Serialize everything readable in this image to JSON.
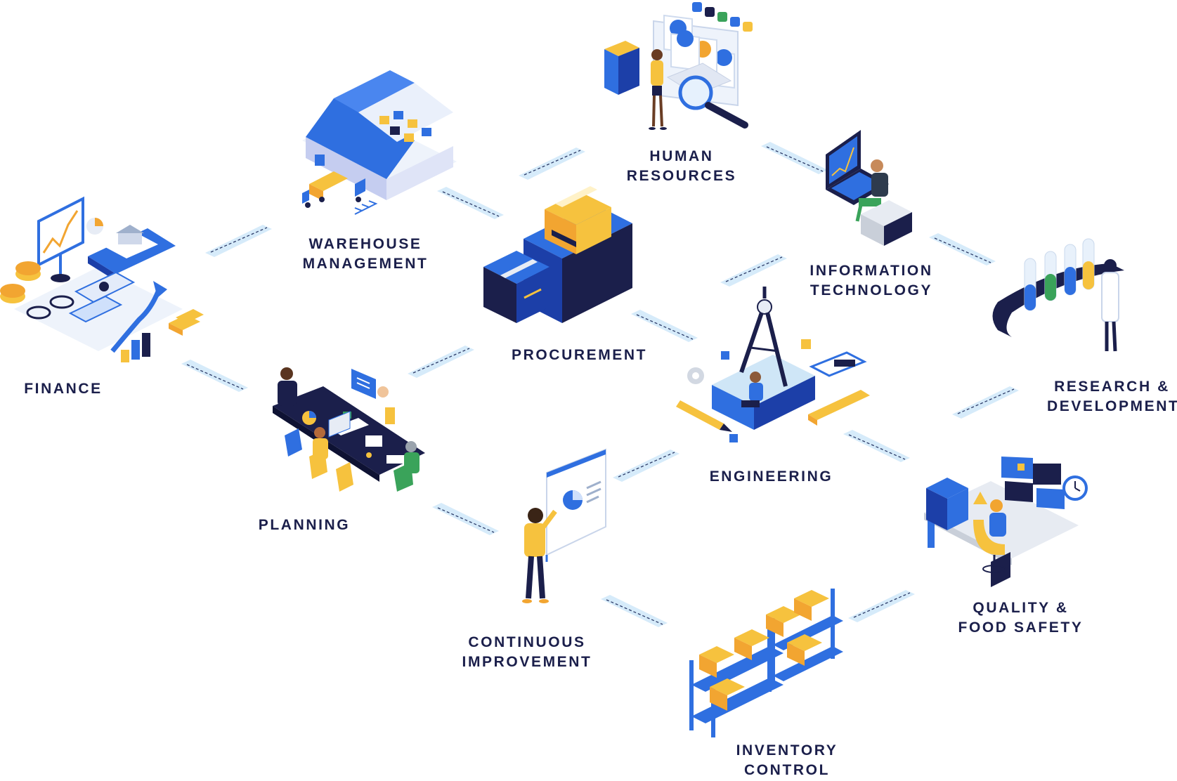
{
  "colors": {
    "navy": "#1b1f4b",
    "blue": "#2f6fe0",
    "blue_dark": "#1c3fa8",
    "light_blue": "#cfe6f7",
    "yellow": "#f6c23e",
    "orange": "#f2a531",
    "label": "#1b1f4b",
    "connector": "#d6ebfa"
  },
  "nodes": [
    {
      "id": "finance",
      "lines": [
        "FINANCE"
      ],
      "icon": "finance-icon"
    },
    {
      "id": "warehouse",
      "lines": [
        "WAREHOUSE",
        "MANAGEMENT"
      ],
      "icon": "warehouse-icon"
    },
    {
      "id": "human-resources",
      "lines": [
        "HUMAN",
        "RESOURCES"
      ],
      "icon": "human-resources-icon"
    },
    {
      "id": "information-technology",
      "lines": [
        "INFORMATION",
        "TECHNOLOGY"
      ],
      "icon": "computer-icon"
    },
    {
      "id": "research-development",
      "lines": [
        "RESEARCH &",
        "DEVELOPMENT"
      ],
      "icon": "test-tubes-icon"
    },
    {
      "id": "procurement",
      "lines": [
        "PROCUREMENT"
      ],
      "icon": "boxes-icon"
    },
    {
      "id": "planning",
      "lines": [
        "PLANNING"
      ],
      "icon": "meeting-table-icon"
    },
    {
      "id": "engineering",
      "lines": [
        "ENGINEERING"
      ],
      "icon": "compass-icon"
    },
    {
      "id": "quality-food-safety",
      "lines": [
        "QUALITY &",
        "FOOD SAFETY"
      ],
      "icon": "monitoring-desk-icon"
    },
    {
      "id": "continuous-improvement",
      "lines": [
        "CONTINUOUS",
        "IMPROVEMENT"
      ],
      "icon": "presenter-icon"
    },
    {
      "id": "inventory-control",
      "lines": [
        "INVENTORY",
        "CONTROL"
      ],
      "icon": "shelves-icon"
    }
  ]
}
